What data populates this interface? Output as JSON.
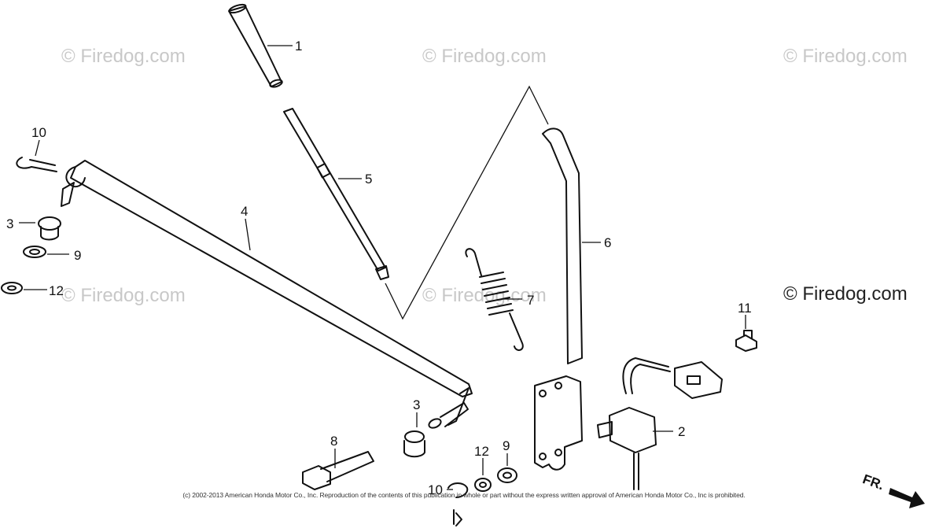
{
  "watermarks": [
    "© Firedog.com",
    "© Firedog.com",
    "© Firedog.com",
    "© Firedog.com",
    "© Firedog.com",
    "© Firedog.com"
  ],
  "copyright": "(c) 2002-2013 American Honda Motor Co., Inc. Reproduction of the contents of this publication in whole or part without the express written approval of American Honda Motor Co., Inc is prohibited.",
  "front_marker": "FR.",
  "callouts": [
    "1",
    "2",
    "3",
    "3",
    "4",
    "5",
    "6",
    "7",
    "8",
    "9",
    "9",
    "10",
    "10",
    "11",
    "12",
    "12"
  ]
}
